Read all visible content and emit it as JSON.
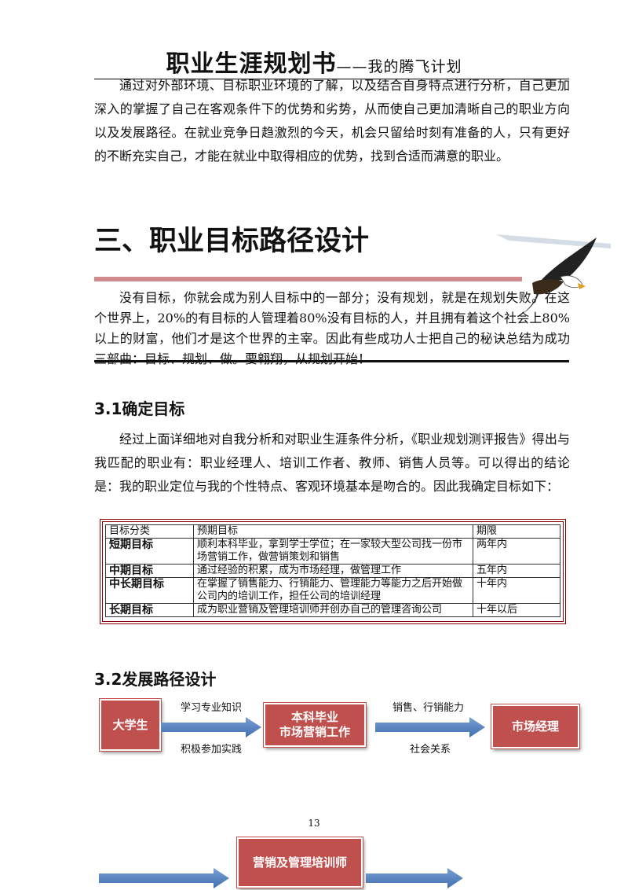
{
  "header": {
    "title": "职业生涯规划书",
    "subtitle": "——我的腾飞计划"
  },
  "intro": "通过对外部环境、目标职业环境的了解，以及结合自身特点进行分析，自己更加深入的掌握了自己在客观条件下的优势和劣势，从而使自己更加清晰自己的职业方向以及发展路径。在就业竞争日趋激烈的今天，机会只留给时刻有准备的人，只有更好的不断充实自己，才能在就业中取得相应的优势，找到合适而满意的职业。",
  "section3": {
    "title": "三、职业目标路径设计",
    "quote": "没有目标，你就会成为别人目标中的一部分；没有规划，就是在规划失败。在这个世界上，20%的有目标的人管理着80%没有目标的人，并且拥有着这个社会上80%以上的财富，他们才是这个世界的主宰。因此有些成功人士把自己的秘诀总结为成功三部曲：目标、规划、做。要翱翔，从规划开始！"
  },
  "s31": {
    "title": "3.1确定目标",
    "para": "经过上面详细地对自我分析和对职业生涯条件分析，《职业规划测评报告》得出与我匹配的职业有：职业经理人、培训工作者、教师、销售人员等。可以得出的结论是：我的职业定位与我的个性特点、客观环境基本是吻合的。因此我确定目标如下："
  },
  "table": {
    "headers": [
      "目标分类",
      "预期目标",
      "期限"
    ],
    "rows": [
      {
        "category": "短期目标",
        "goal": "顺利本科毕业，拿到学士学位；在一家较大型公司找一份市场营销工作，做营销策划和销售",
        "term": "两年内"
      },
      {
        "category": "中期目标",
        "goal": "通过经验的积累，成为市场经理，做管理工作",
        "term": "五年内"
      },
      {
        "category": "中长期目标",
        "goal": "在掌握了销售能力、行销能力、管理能力等能力之后开始做公司内的培训工作，担任公司的培训经理",
        "term": "十年内"
      },
      {
        "category": "长期目标",
        "goal": "成为职业营销及管理培训师并创办自己的管理咨询公司",
        "term": "十年以后"
      }
    ]
  },
  "s32": {
    "title": "3.2发展路径设计",
    "boxes": {
      "student": "大学生",
      "graduate": "本科毕业\n市场营销工作",
      "manager": "市场经理",
      "trainer": "营销及管理培训师"
    },
    "labels": {
      "a1_top": "学习专业知识",
      "a1_bottom": "积极参加实践",
      "a2_top": "销售、行销能力",
      "a2_bottom": "社会关系"
    }
  },
  "page_number": "13",
  "colors": {
    "accent_red": "#c0504d",
    "table_border": "#8b0000",
    "section_bar": "#d08b8f",
    "arrow_blue": "#4f81bd"
  },
  "icons": [
    "eagle-image"
  ]
}
